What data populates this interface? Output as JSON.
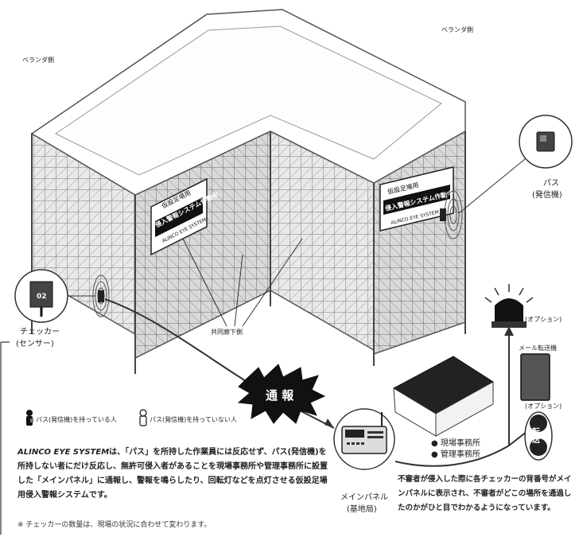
{
  "labels": {
    "veranda_left": "ベランダ側",
    "veranda_right": "ベランダ側",
    "corridor": "共同廊下側",
    "pass_title": "パス",
    "pass_sub": "(発信機)",
    "checker_title": "チェッカー",
    "checker_sub": "(センサー)",
    "checker_number": "02",
    "report": "通 報",
    "transfer": "転送",
    "option1": "(オプション)",
    "option2": "(オプション)",
    "mail_unit": "メール転送機",
    "site_office": "● 現場事務所",
    "mgmt_office": "● 管理事務所",
    "main_panel": "メインパネル",
    "main_panel_sub": "(基地局)"
  },
  "legend": {
    "with_pass": "パス(発信機)を持っている人",
    "without_pass": "パス(発信機)を持っていない人"
  },
  "banner": {
    "line1": "仮設足場用",
    "line2": "侵入警報システム作動中",
    "line3": "ALINCO EYE SYSTEM"
  },
  "description": {
    "brand": "ALINCO EYE SYSTEM",
    "text": "は、「パス」を所持した作業員には反応せず、パス(発信機)を所持しない者にだけ反応し、無許可侵入者があることを現場事務所や管理事務所に設置した「メインパネル」に通報し、警報を鳴らしたり、回転灯などを点灯させる仮設足場用侵入警報システムです。",
    "note": "※ チェッカーの数量は、現場の状況に合わせて変わります。"
  },
  "right_note": {
    "text": "不審者が侵入した際に各チェッカーの背番号がメインパネルに表示され、不審者がどこの場所を通過したのかがひと目でわかるようになっています。"
  }
}
